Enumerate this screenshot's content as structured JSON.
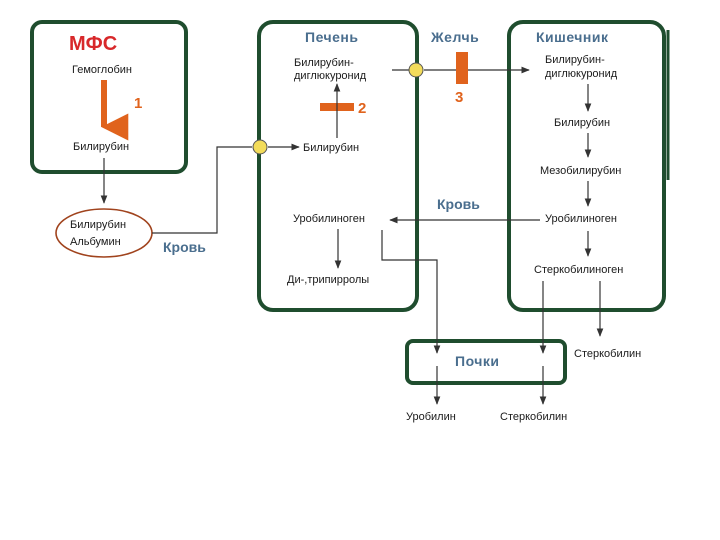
{
  "colors": {
    "box_border": "#1f4d2e",
    "accent_orange": "#e0631d",
    "title_red": "#d8282a",
    "label_blue": "#4a6e8e",
    "node_yellow": "#f3dc5a"
  },
  "mfs": {
    "title": "МФС",
    "hemoglobin": "Гемоглобин",
    "bilirubin": "Билирубин",
    "step": "1"
  },
  "complex": {
    "line1": "Билирубин",
    "line2": "Альбумин"
  },
  "blood_left": "Кровь",
  "liver": {
    "title": "Печень",
    "glucuronide_line1": "Билирубин-",
    "glucuronide_line2": "диглюкуронид",
    "step": "2",
    "bilirubin": "Билирубин",
    "urobilinogen": "Уробилиноген",
    "dipyrroles": "Ди-,трипирролы"
  },
  "bile": {
    "label": "Желчь",
    "step": "3"
  },
  "intestine": {
    "title": "Кишечник",
    "glucuronide_line1": "Билирубин-",
    "glucuronide_line2": "диглюкуронид",
    "bilirubin": "Билирубин",
    "mesobilirubin": "Мезобилирубин",
    "urobilinogen": "Уробилиноген",
    "stercobilinogen": "Стеркобилиноген"
  },
  "blood_right": "Кровь",
  "kidneys": {
    "title": "Почки"
  },
  "outputs": {
    "urobilin": "Уробилин",
    "stercobilin": "Стеркобилин",
    "stercobilin_side": "Стеркобилин"
  }
}
